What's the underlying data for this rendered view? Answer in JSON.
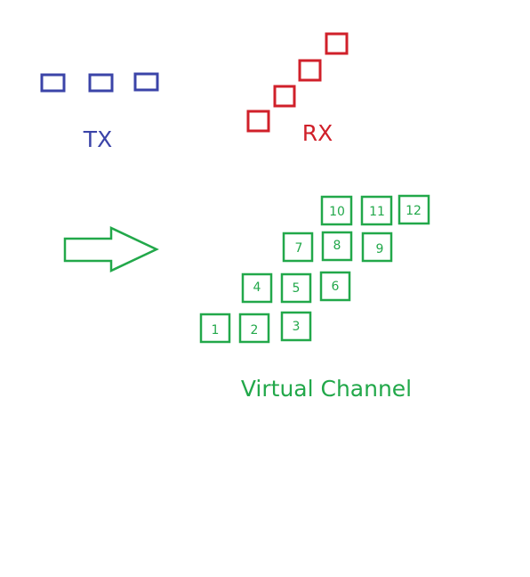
{
  "colors": {
    "tx": "#3b44a8",
    "rx": "#d0202a",
    "virtual": "#22a84a",
    "background": "#ffffff"
  },
  "labels": {
    "tx": "TX",
    "rx": "RX",
    "virtual": "Virtual Channel"
  },
  "tx_antenna_count": 3,
  "rx_antenna_count": 4,
  "virtual_elements": [
    "1",
    "2",
    "3",
    "4",
    "5",
    "6",
    "7",
    "8",
    "9",
    "10",
    "11",
    "12"
  ],
  "arrow_direction": "right"
}
